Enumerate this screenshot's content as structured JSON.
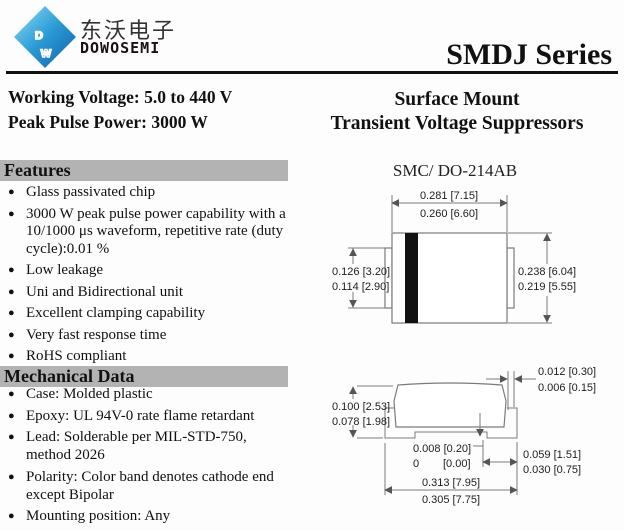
{
  "header": {
    "company_cn": "东沃电子",
    "company_en": "DOWOSEMI",
    "logo": {
      "letter_d": "D",
      "letter_w": "W"
    },
    "series_title": "SMDJ Series"
  },
  "summary": {
    "working_voltage": "Working Voltage: 5.0 to 440 V",
    "peak_pulse_power": "Peak Pulse Power: 3000 W",
    "title_line1": "Surface Mount",
    "title_line2": "Transient Voltage Suppressors"
  },
  "features": {
    "heading": "Features",
    "items": [
      "Glass passivated chip",
      "3000 W peak pulse power capability with a 10/1000 μs waveform, repetitive rate (duty cycle):0.01 %",
      "Low leakage",
      "Uni and Bidirectional unit",
      "Excellent clamping capability",
      "Very fast response time",
      "RoHS compliant"
    ]
  },
  "mechanical": {
    "heading": "Mechanical Data",
    "items": [
      "Case: Molded plastic",
      "Epoxy: UL 94V-0 rate flame retardant",
      "Lead: Solderable per MIL-STD-750, method 2026",
      "Polarity: Color band denotes cathode end except Bipolar",
      "Mounting position: Any"
    ]
  },
  "package": {
    "name": "SMC/ DO-214AB",
    "top_view": {
      "width_max": "0.281 [7.15]",
      "width_min": "0.260 [6.60]",
      "lead_span_max": "0.126 [3.20]",
      "lead_span_min": "0.114 [2.90]",
      "body_span_max": "0.238 [6.04]",
      "body_span_min": "0.219 [5.55]"
    },
    "side_view": {
      "lead_thickness_max": "0.012 [0.30]",
      "lead_thickness_min": "0.006 [0.15]",
      "height_max": "0.100 [2.53]",
      "height_min": "0.078 [1.98]",
      "standoff_max": "0.008 [0.20]",
      "standoff_min_in": "0",
      "standoff_min_mm": "[0.00]",
      "terminal_max": "0.059 [1.51]",
      "terminal_min": "0.030 [0.75]",
      "overall_width_max": "0.313 [7.95]",
      "overall_width_min": "0.305 [7.75]"
    }
  },
  "icons": {
    "bullet": "●"
  },
  "colors": {
    "section_bar_gray": "#b3b3b3",
    "logo_blue_light": "#7ed5f5",
    "logo_blue_dark": "#0d5fa6",
    "drawing_line_gray": "#7b7b7b",
    "cathode_band_black": "#111111"
  }
}
